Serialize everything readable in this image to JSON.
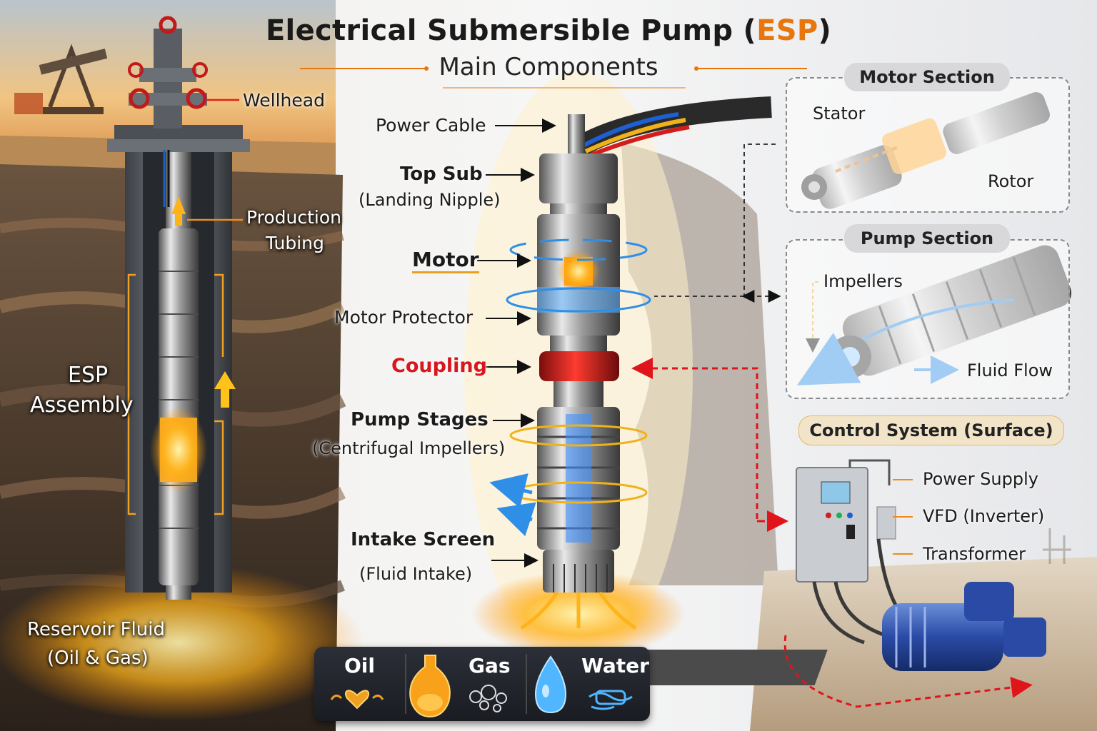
{
  "title": {
    "main": "Electrical Submersible Pump (",
    "accent": "ESP",
    "end": ")"
  },
  "subtitle": "Main Components",
  "left_labels": {
    "wellhead": "Wellhead",
    "production_tubing_1": "Production",
    "production_tubing_2": "Tubing",
    "esp_assembly_1": "ESP",
    "esp_assembly_2": "Assembly",
    "reservoir_fluid_1": "Reservoir Fluid",
    "reservoir_fluid_2": "(Oil & Gas)"
  },
  "center_labels": {
    "power_cable": "Power Cable",
    "top_sub": "Top Sub",
    "top_sub_sub": "(Landing Nipple)",
    "motor": "Motor",
    "motor_protector": "Motor Protector",
    "coupling": "Coupling",
    "pump_stages": "Pump Stages",
    "pump_stages_sub": "(Centrifugal Impellers)",
    "intake_screen": "Intake Screen",
    "intake_screen_sub": "(Fluid Intake)"
  },
  "motor_section": {
    "title": "Motor Section",
    "stator": "Stator",
    "rotor": "Rotor"
  },
  "pump_section": {
    "title": "Pump Section",
    "impellers": "Impellers",
    "fluid_flow": "Fluid Flow"
  },
  "control_system": {
    "title": "Control System (Surface)",
    "power_supply": "Power Supply",
    "vfd": "VFD (Inverter)",
    "transformer": "Transformer"
  },
  "legend": {
    "oil": "Oil",
    "gas": "Gas",
    "water": "Water"
  },
  "colors": {
    "accent_orange": "#e8760c",
    "coupling_red": "#d8161d",
    "flow_blue": "#2f8fe6",
    "glow_yellow": "#ffc21a"
  },
  "icons": [
    "heart-icon",
    "flask-icon",
    "gas-bubbles-icon",
    "water-drop-icon",
    "water-flow-icon",
    "gear-icon"
  ]
}
